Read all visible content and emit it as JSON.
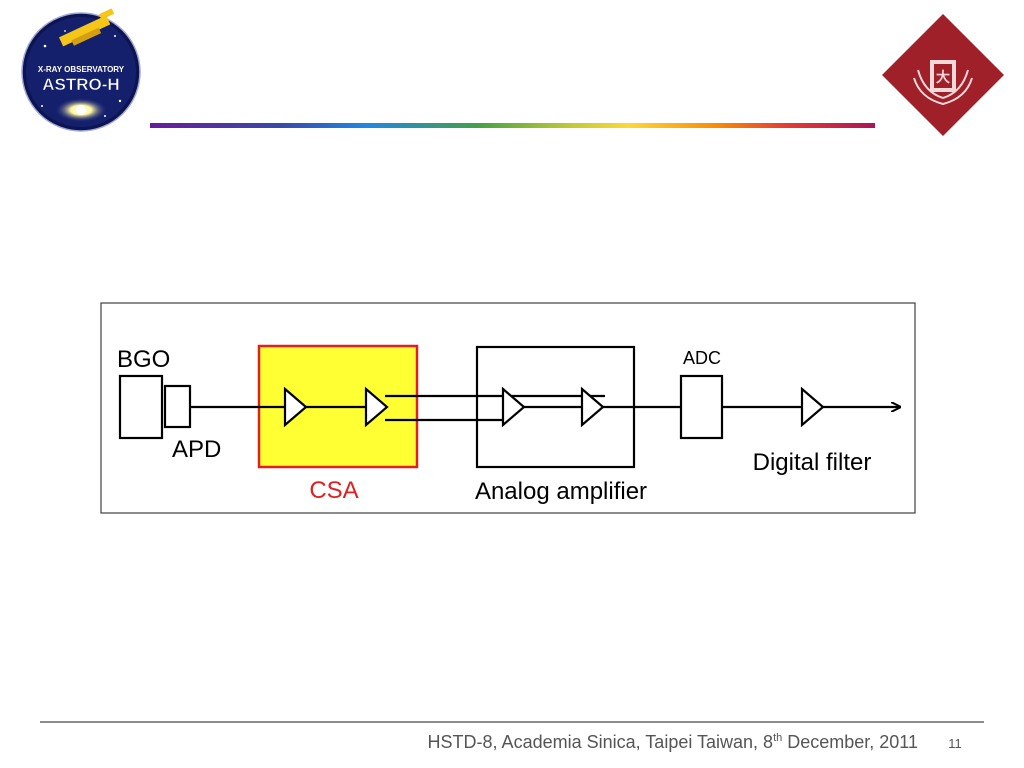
{
  "logos": {
    "left": {
      "icon": "astro-h-mission-logo",
      "text_top": "X-RAY OBSERVATORY",
      "text_main": "ASTRO-H"
    },
    "right": {
      "icon": "university-emblem-icon",
      "color": "#a0202a"
    }
  },
  "diagram": {
    "labels": {
      "bgo": "BGO",
      "apd": "APD",
      "csa": "CSA",
      "analog": "Analog amplifier",
      "adc": "ADC",
      "digital": "Digital filter"
    },
    "colors": {
      "csa_fill": "#ffff33",
      "csa_border": "#e02020",
      "csa_text": "#e02020"
    }
  },
  "footer": {
    "text_before": "HSTD-8, Academia Sinica, Taipei Taiwan, 8",
    "sup": "th",
    "text_after": " December, 2011",
    "page": "11"
  }
}
